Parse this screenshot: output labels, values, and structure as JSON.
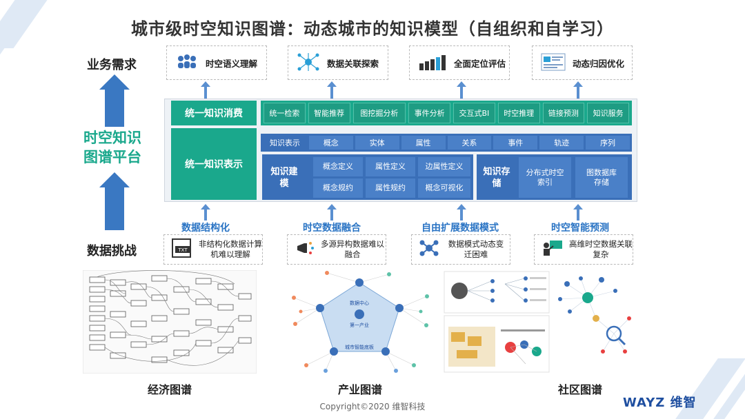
{
  "title": "城市级时空知识图谱：动态城市的知识模型（自组织和自学习）",
  "side": {
    "needs": "业务需求",
    "platform_line1": "时空知识",
    "platform_line2": "图谱平台",
    "challenges": "数据挑战"
  },
  "needs": [
    {
      "label": "时空语义理解",
      "icon": "people-network-icon"
    },
    {
      "label": "数据关联探索",
      "icon": "network-hub-icon"
    },
    {
      "label": "全面定位评估",
      "icon": "bar-chart-icon"
    },
    {
      "label": "动态归因优化",
      "icon": "dashboard-icon"
    }
  ],
  "platform": {
    "consume_label": "统一知识消费",
    "represent_label": "统一知识表示",
    "consume_items": [
      "统一检索",
      "智能推荐",
      "图挖掘分析",
      "事件分析",
      "交互式BI",
      "时空推理",
      "链接预测",
      "知识服务"
    ],
    "rep_header": "知识表示",
    "rep_items": [
      "概念",
      "实体",
      "属性",
      "关系",
      "事件",
      "轨迹",
      "序列"
    ],
    "modeling_label": "知识建模",
    "modeling_items": [
      "概念定义",
      "属性定义",
      "边属性定义",
      "概念规约",
      "属性规约",
      "概念可视化"
    ],
    "storage_label": "知识存储",
    "storage_items": [
      "分布式时空索引",
      "图数据库存储"
    ]
  },
  "challenges": [
    {
      "title": "数据结构化",
      "text": "非结构化数据计算机难以理解",
      "icon": "txt-file-icon"
    },
    {
      "title": "时空数据融合",
      "text": "多源异构数据难以融合",
      "icon": "megaphone-icon"
    },
    {
      "title": "自由扩展数据模式",
      "text": "数据模式动态变迁困难",
      "icon": "molecule-icon"
    },
    {
      "title": "时空智能预测",
      "text": "高维时空数据关联复杂",
      "icon": "presenter-icon"
    }
  ],
  "graphs": [
    {
      "caption": "经济图谱"
    },
    {
      "caption": "产业图谱"
    },
    {
      "caption": ""
    },
    {
      "caption": "社区图谱"
    }
  ],
  "industry_graph_labels": {
    "center_top": "数据中心",
    "center": "第一产业",
    "bottom": "城市智能底板"
  },
  "footer": "Copyright©2020 维智科技",
  "logo": "WAYZ 维智",
  "colors": {
    "green": "#1aa88c",
    "blue": "#3a6fb8",
    "arrow": "#3a78c2",
    "challenge_text": "#2a74c4"
  }
}
